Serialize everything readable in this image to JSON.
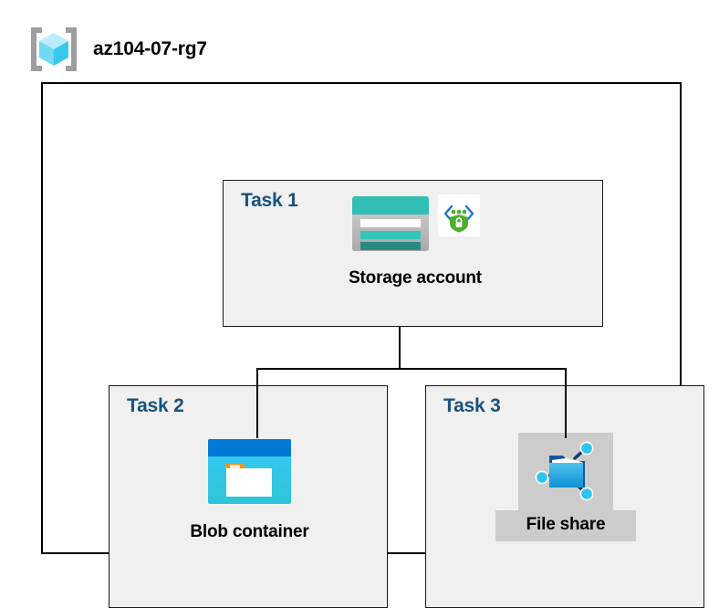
{
  "header": {
    "icon_name": "resource-group-icon",
    "title": "az104-07-rg7"
  },
  "container": {
    "name": "resource-group-container"
  },
  "tasks": [
    {
      "heading": "Task 1",
      "node_label": "Storage account",
      "icon_name": "storage-account-icon",
      "badge_icon_name": "secure-endpoint-shield-icon",
      "highlighted": false
    },
    {
      "heading": "Task 2",
      "node_label": "Blob container",
      "icon_name": "blob-container-icon",
      "highlighted": false
    },
    {
      "heading": "Task 3",
      "node_label": "File share",
      "icon_name": "file-share-icon",
      "highlighted": true
    }
  ],
  "colors": {
    "task_heading": "#17527e",
    "task_box_fill": "#f0f0f0",
    "border": "#000000",
    "highlight": "#cccccc",
    "storage_teal": "#32bfb5",
    "storage_teal_dark": "#2a8a82",
    "blob_blue": "#0078d4",
    "blob_cyan": "#32c5f4",
    "blob_orange": "#f7941e",
    "shield_green": "#4caf2a",
    "cube_cyan": "#9fe8fb",
    "bracket_gray": "#9e9e9e"
  },
  "connectors": {
    "description": "Storage account branches down to Blob container and File share"
  }
}
